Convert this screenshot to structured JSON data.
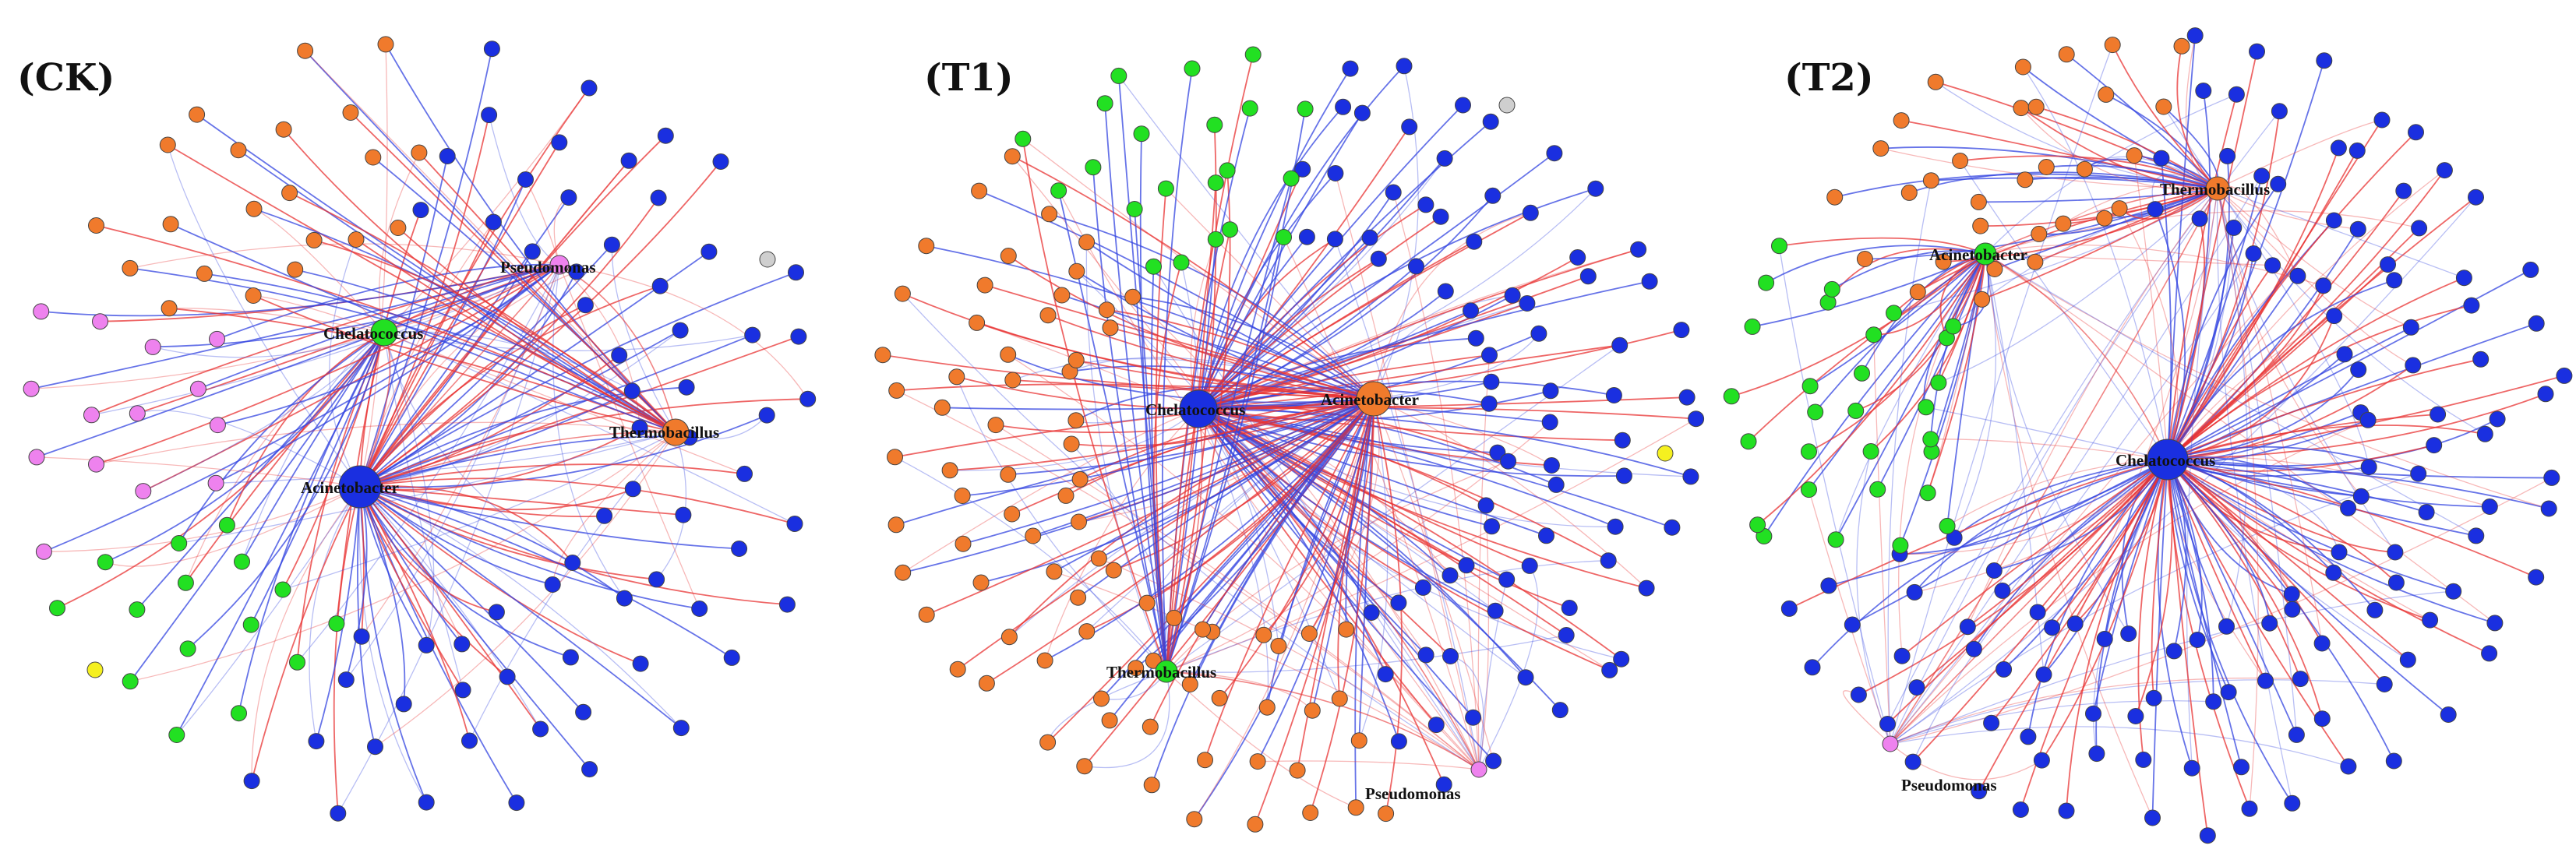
{
  "colors": {
    "blue": "#1a2fe0",
    "green": "#22e022",
    "pink": "#ee82ee",
    "orange": "#f07a2c",
    "yellow": "#f5f020",
    "gray": "#cfcfcf",
    "positive_edge": "#e83333",
    "negative_edge": "#3344e0"
  },
  "panels": [
    {
      "label": "(CK)",
      "hubs": [
        {
          "name": "Acinetobacter",
          "color": "blue"
        },
        {
          "name": "Chelatococcus",
          "color": "green"
        },
        {
          "name": "Pseudomonas",
          "color": "pink"
        },
        {
          "name": "Thermobacillus",
          "color": "orange"
        }
      ],
      "node_counts": {
        "blue": 65,
        "green": 16,
        "pink": 15,
        "orange": 22,
        "yellow": 1,
        "gray": 1
      }
    },
    {
      "label": "(T1)",
      "hubs": [
        {
          "name": "Chelatococcus",
          "color": "blue"
        },
        {
          "name": "Acinetobacter",
          "color": "orange"
        },
        {
          "name": "Thermobacillus",
          "color": "green"
        },
        {
          "name": "Pseudomonas",
          "color": "pink"
        }
      ],
      "node_counts": {
        "blue": 80,
        "orange": 80,
        "green": 22,
        "pink": 1,
        "yellow": 1,
        "gray": 1
      }
    },
    {
      "label": "(T2)",
      "hubs": [
        {
          "name": "Chelatococcus",
          "color": "blue"
        },
        {
          "name": "Acinetobacter",
          "color": "green"
        },
        {
          "name": "Thermobacillus",
          "color": "orange"
        },
        {
          "name": "Pseudomonas",
          "color": "pink"
        }
      ],
      "node_counts": {
        "blue": 125,
        "green": 30,
        "orange": 32,
        "pink": 1
      }
    }
  ]
}
